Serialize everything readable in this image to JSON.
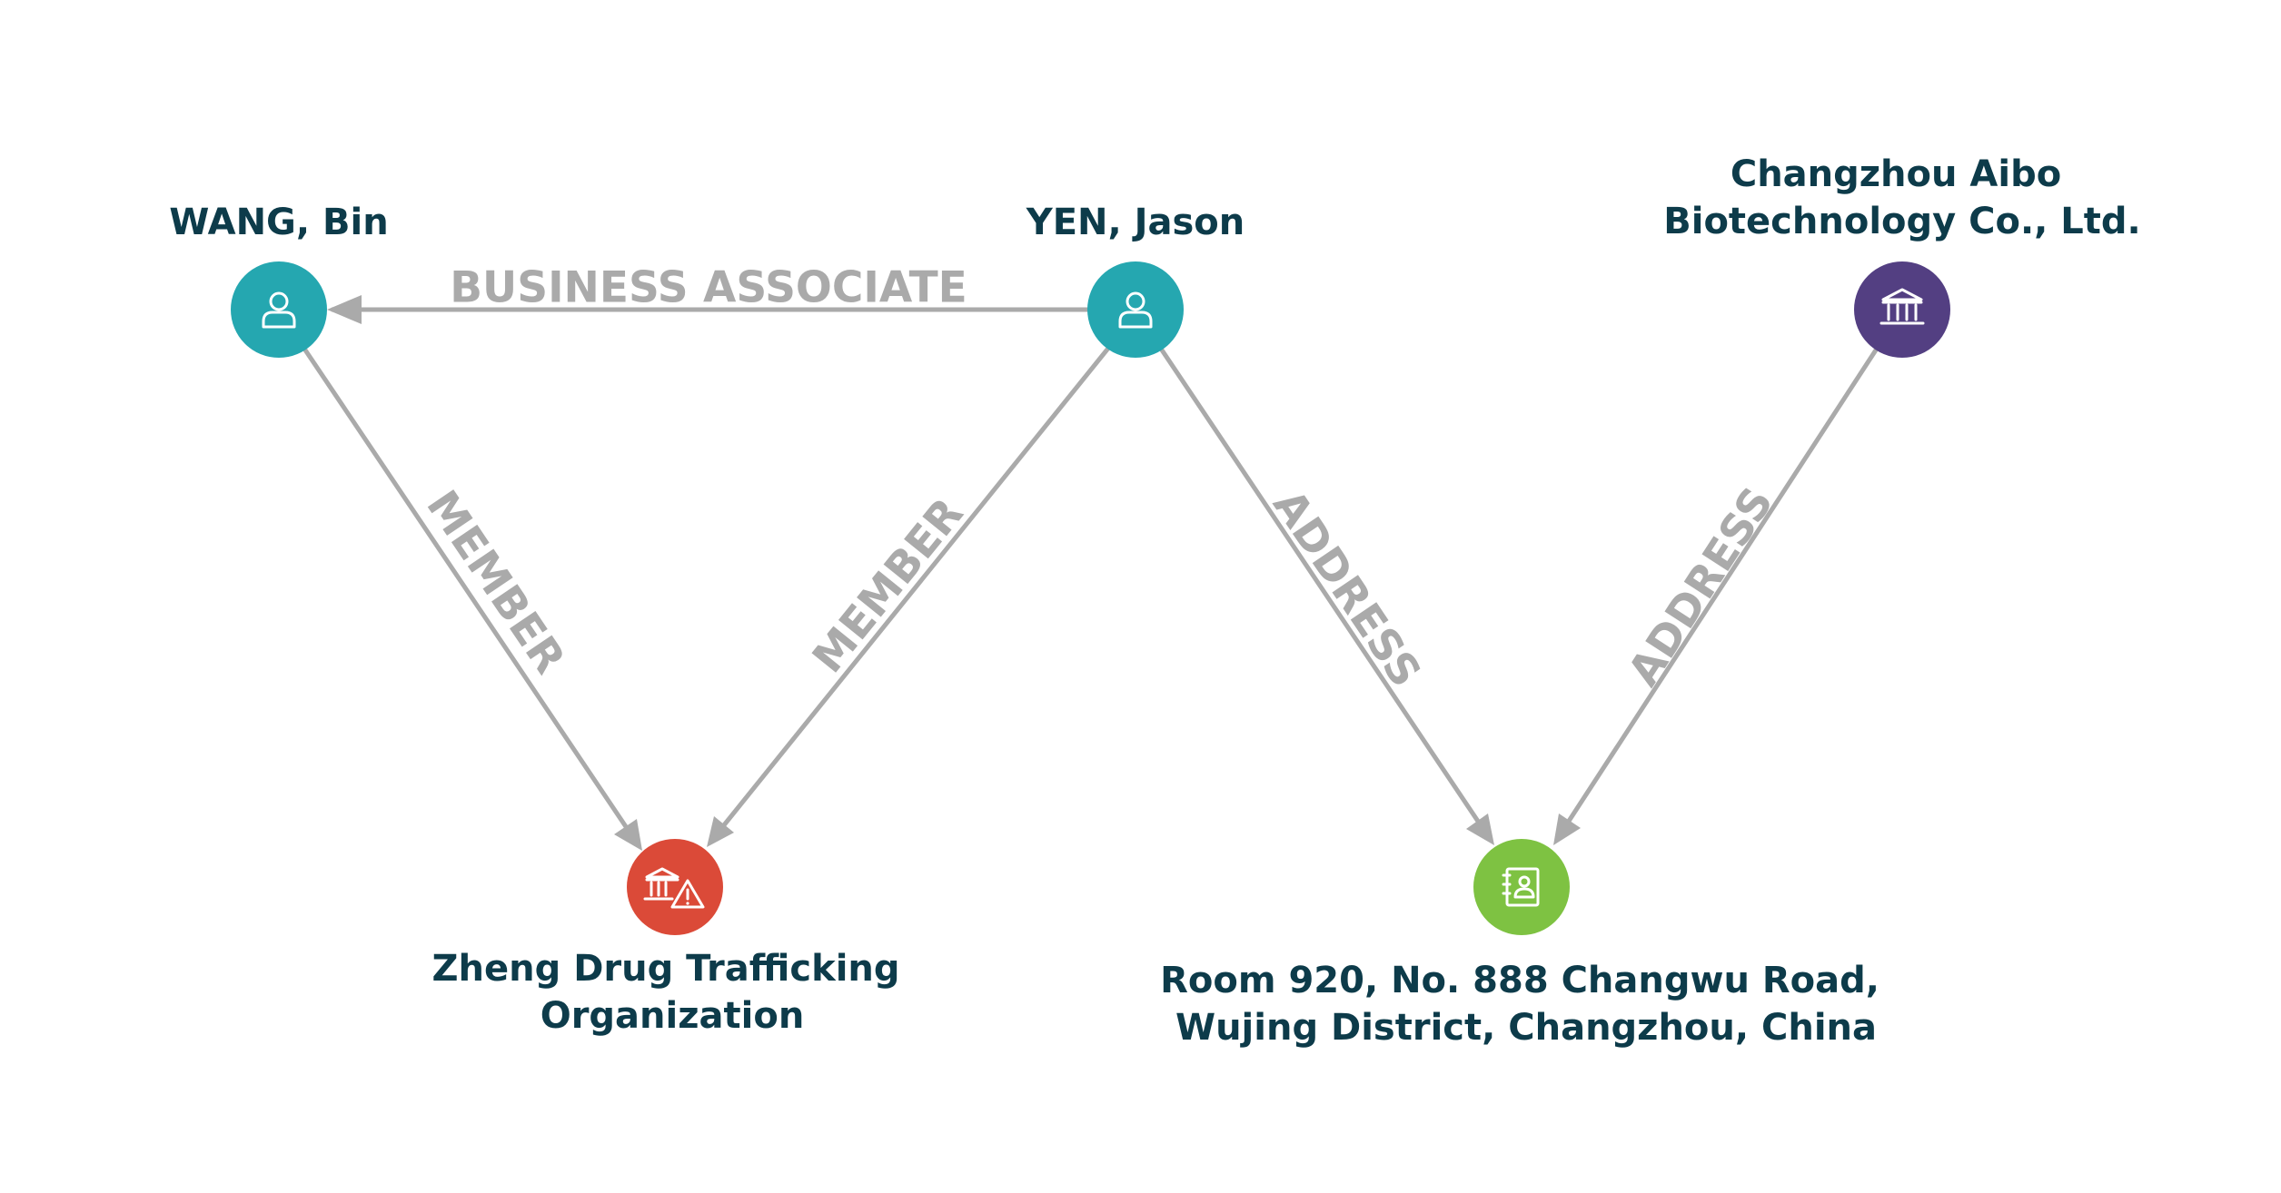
{
  "nodes": {
    "wang": {
      "label_lines": [
        "WANG, Bin"
      ],
      "icon": "person-icon",
      "color": "#25a7b0"
    },
    "yen": {
      "label_lines": [
        "YEN, Jason"
      ],
      "icon": "person-icon",
      "color": "#25a7b0"
    },
    "changzhou": {
      "label_lines": [
        "Changzhou Aibo",
        "Biotechnology Co., Ltd."
      ],
      "icon": "bank-icon",
      "color": "#533f82"
    },
    "zheng": {
      "label_lines": [
        "Zheng Drug Trafficking",
        "Organization"
      ],
      "icon": "bank-warning-icon",
      "color": "#db4a38"
    },
    "room": {
      "label_lines": [
        "Room 920, No. 888 Changwu Road,",
        "Wujing District, Changzhou, China"
      ],
      "icon": "address-book-icon",
      "color": "#7ec242"
    }
  },
  "edges": {
    "business_associate": {
      "label": "BUSINESS ASSOCIATE",
      "from": "YEN, Jason",
      "to": "WANG, Bin"
    },
    "member_wang": {
      "label": "MEMBER",
      "from": "WANG, Bin",
      "to": "Zheng Drug Trafficking Organization"
    },
    "member_yen": {
      "label": "MEMBER",
      "from": "YEN, Jason",
      "to": "Zheng Drug Trafficking Organization"
    },
    "address_yen": {
      "label": "ADDRESS",
      "from": "YEN, Jason",
      "to": "Room 920, No. 888 Changwu Road, Wujing District, Changzhou, China"
    },
    "address_changzhou": {
      "label": "ADDRESS",
      "from": "Changzhou Aibo Biotechnology Co., Ltd.",
      "to": "Room 920, No. 888 Changwu Road, Wujing District, Changzhou, China"
    }
  },
  "colors": {
    "edge": "#aaaaaa",
    "label_text": "#0d3b4a"
  }
}
